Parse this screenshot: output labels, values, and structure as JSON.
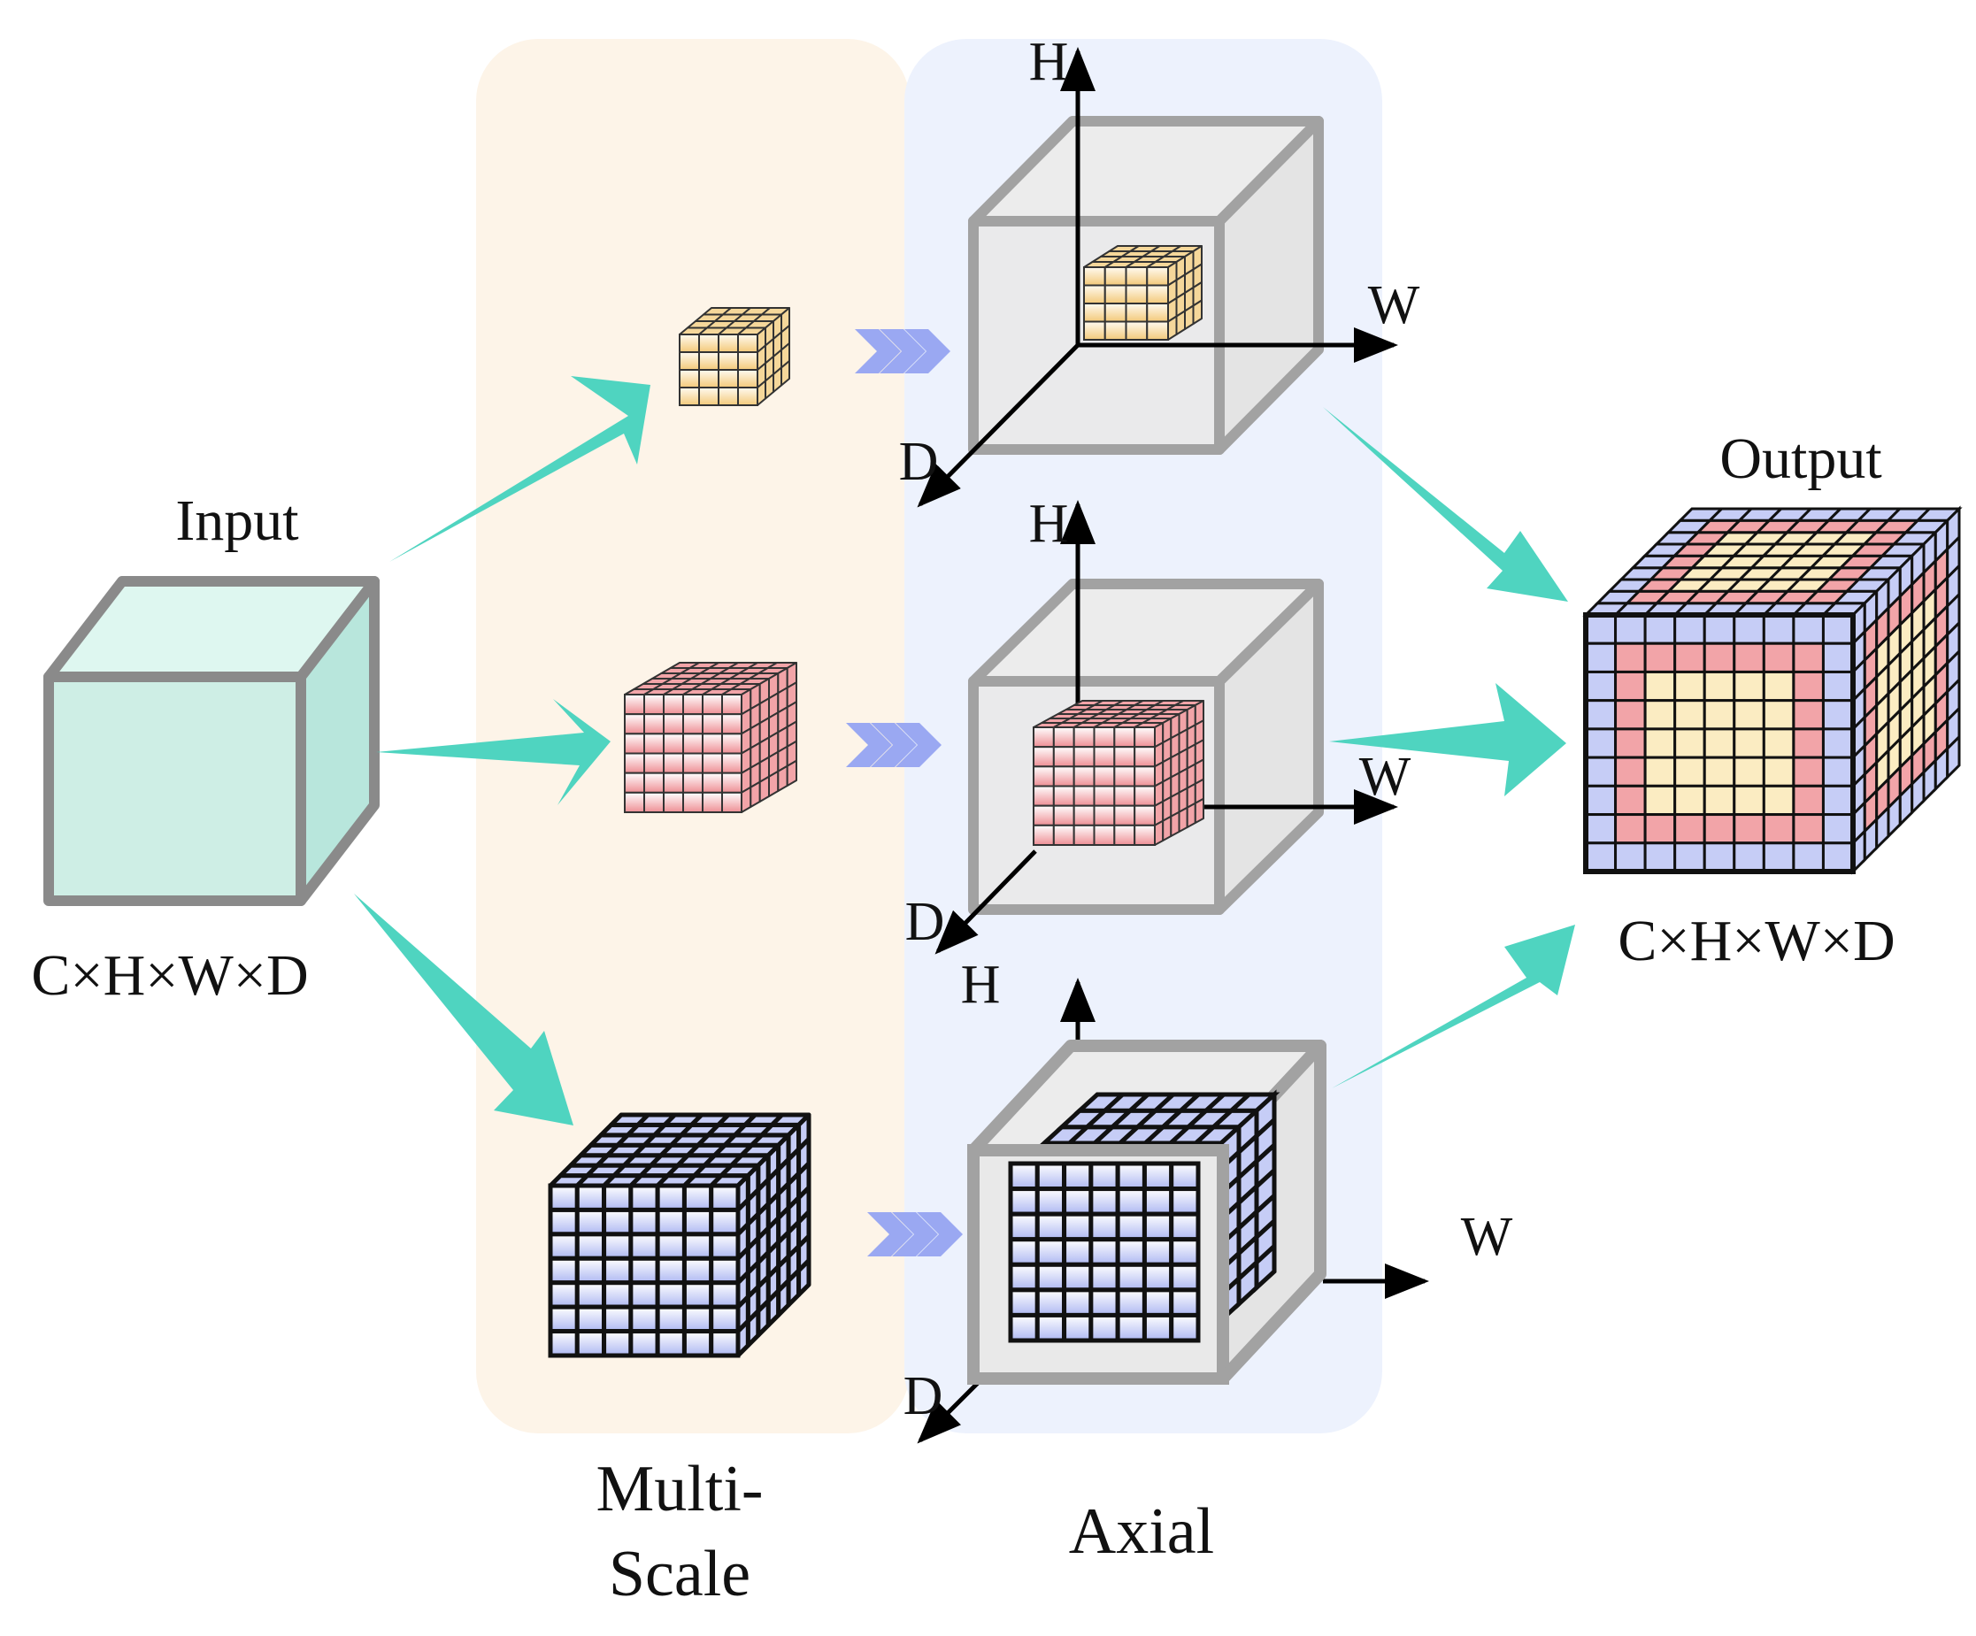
{
  "input": {
    "title": "Input",
    "dims": "C×H×W×D"
  },
  "output": {
    "title": "Output",
    "dims": "C×H×W×D"
  },
  "panels": {
    "multiscale_line1": "Multi-",
    "multiscale_line2": "Scale",
    "axial": "Axial"
  },
  "axes": {
    "top": {
      "h": "H",
      "w": "W",
      "d": "D"
    },
    "middle": {
      "h": "H",
      "w": "W",
      "d": "D"
    },
    "bottom": {
      "h": "H",
      "w": "W",
      "d": "D"
    }
  },
  "colors": {
    "input_cube": "#ceeee5",
    "teal_arrow": "#4fd4c0",
    "chevron": "#9aa8f2",
    "panel_multiscale": "#fdf4e8",
    "panel_axial": "#edf2fd",
    "small_grid": "#f5d79a",
    "medium_grid": "#f2a4a8",
    "large_grid": "#c6cdf6"
  },
  "icons": [
    "teal-arrow-icon",
    "chevron-triple-icon",
    "axis-arrow-icon"
  ]
}
